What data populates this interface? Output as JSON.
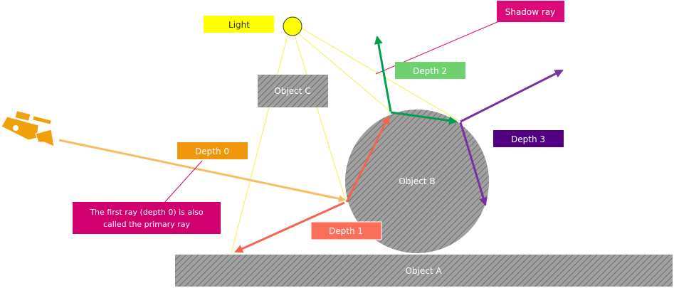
{
  "labels": {
    "light": "Light",
    "shadow_ray": "Shadow ray",
    "depth_0": "Depth 0",
    "depth_1": "Depth 1",
    "depth_2": "Depth 2",
    "depth_3": "Depth 3",
    "object_a": "Object A",
    "object_b": "Object B",
    "object_c": "Object C",
    "primary_note_line1": "The first ray (depth 0) is also",
    "primary_note_line2": "called the primary ray"
  },
  "colors": {
    "light_fill": "#ffff00",
    "depth_0": "#f0960a",
    "depth_0_ray": "#f5be64",
    "depth_1": "#f56450",
    "depth_1_label": "#fa6e5a",
    "depth_2": "#00a050",
    "depth_2_label": "#6ed26e",
    "depth_3": "#7832a0",
    "depth_3_label": "#500080",
    "shadow_ray": "#dc0a78",
    "note": "#d2006e",
    "object_fill": "#a0a0a0",
    "hatch": "#6e6e6e",
    "camera": "#f0a00a"
  },
  "icons": {
    "camera": "video-camera-icon",
    "light": "light-source-icon"
  }
}
